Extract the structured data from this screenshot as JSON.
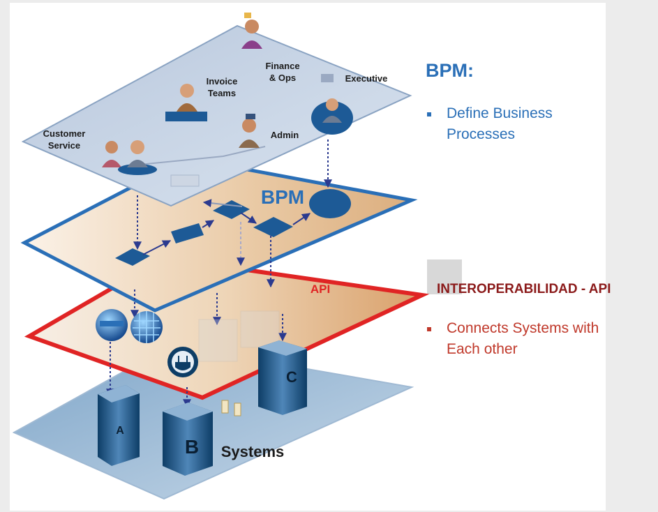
{
  "diagram": {
    "people": {
      "customer_service": "Customer\nService",
      "invoice_teams": "Invoice\nTeams",
      "finance_ops": "Finance\n& Ops",
      "executive": "Executive",
      "admin": "Admin"
    },
    "bpm_layer_label": "BPM",
    "api_layer_label": "API",
    "systems": {
      "a": "A",
      "b": "B",
      "c": "C",
      "label": "Systems"
    }
  },
  "side_text": {
    "bpm_title": "BPM:",
    "bpm_bullet": "Define Business Processes",
    "interop_title": "INTEROPERABILIDAD - API",
    "interop_bullet": "Connects Systems with Each other"
  },
  "colors": {
    "bpm_blue": "#2a6fb7",
    "api_red": "#e02424",
    "interop_title": "#8b1a1a",
    "interop_bullet": "#c0392b"
  }
}
